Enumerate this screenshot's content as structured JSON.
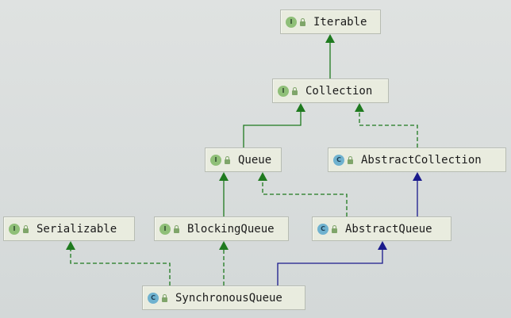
{
  "nodes": [
    {
      "id": "iterable",
      "name": "Iterable",
      "kind": "interface",
      "kind_letter": "I"
    },
    {
      "id": "collection",
      "name": "Collection",
      "kind": "interface",
      "kind_letter": "I"
    },
    {
      "id": "queue",
      "name": "Queue",
      "kind": "interface",
      "kind_letter": "I"
    },
    {
      "id": "abstractcollection",
      "name": "AbstractCollection",
      "kind": "class",
      "kind_letter": "C"
    },
    {
      "id": "serializable",
      "name": "Serializable",
      "kind": "interface",
      "kind_letter": "I"
    },
    {
      "id": "blockingqueue",
      "name": "BlockingQueue",
      "kind": "interface",
      "kind_letter": "I"
    },
    {
      "id": "abstractqueue",
      "name": "AbstractQueue",
      "kind": "class",
      "kind_letter": "C"
    },
    {
      "id": "synchronousqueue",
      "name": "SynchronousQueue",
      "kind": "class",
      "kind_letter": "C"
    }
  ],
  "edges": [
    {
      "from": "collection",
      "to": "iterable",
      "type": "extends"
    },
    {
      "from": "queue",
      "to": "collection",
      "type": "extends"
    },
    {
      "from": "abstractcollection",
      "to": "collection",
      "type": "implements"
    },
    {
      "from": "blockingqueue",
      "to": "queue",
      "type": "extends"
    },
    {
      "from": "abstractqueue",
      "to": "queue",
      "type": "implements"
    },
    {
      "from": "abstractqueue",
      "to": "abstractcollection",
      "type": "class-extends"
    },
    {
      "from": "synchronousqueue",
      "to": "serializable",
      "type": "implements"
    },
    {
      "from": "synchronousqueue",
      "to": "blockingqueue",
      "type": "implements"
    },
    {
      "from": "synchronousqueue",
      "to": "abstractqueue",
      "type": "class-extends"
    }
  ],
  "colors": {
    "interface_edge": "#1f7a1f",
    "class_edge": "#1a1a8c",
    "interface_badge": "#8fbf78",
    "class_badge": "#6fb2cf"
  }
}
